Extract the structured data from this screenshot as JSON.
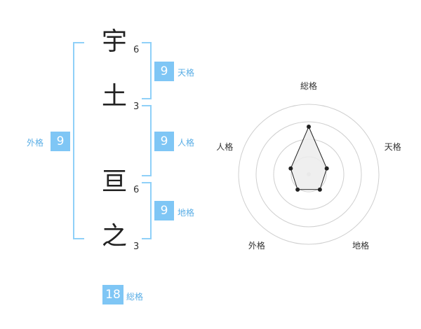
{
  "name": {
    "chars": [
      {
        "char": "宇",
        "strokes": "6"
      },
      {
        "char": "土",
        "strokes": "3"
      },
      {
        "char": "亘",
        "strokes": "6"
      },
      {
        "char": "之",
        "strokes": "3"
      }
    ]
  },
  "fortunes": {
    "tenkaku": {
      "value": "9",
      "label": "天格"
    },
    "jinkaku": {
      "value": "9",
      "label": "人格"
    },
    "chikaku": {
      "value": "9",
      "label": "地格"
    },
    "gaikaku": {
      "value": "9",
      "label": "外格"
    },
    "soukaku": {
      "value": "18",
      "label": "総格"
    }
  },
  "radar": {
    "axis_labels": [
      "総格",
      "天格",
      "地格",
      "外格",
      "人格"
    ],
    "values": [
      0.68,
      0.27,
      0.27,
      0.27,
      0.27
    ],
    "fill_color": "#ececec",
    "line_color": "#222222"
  },
  "colors": {
    "accent": "#7fc6f5",
    "label": "#5aaee6",
    "bracket": "#8fd0f8"
  }
}
